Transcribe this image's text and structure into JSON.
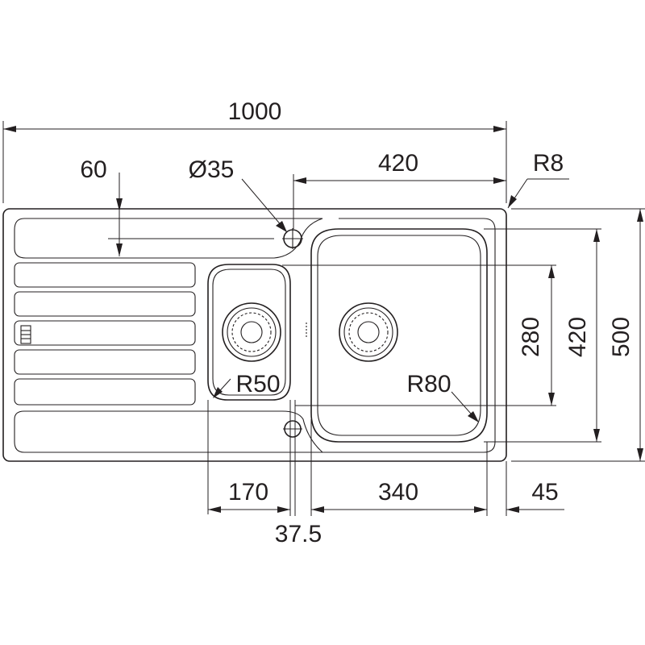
{
  "dimensions": {
    "overall_width": "1000",
    "drainer_edge_offset": "60",
    "tap_hole_diameter": "Ø35",
    "bowl_tap_span": "420",
    "corner_radius": "R8",
    "small_bowl_width": "170",
    "large_bowl_width": "340",
    "right_offset": "45",
    "bowl_gap": "37.5",
    "small_bowl_radius": "R50",
    "large_bowl_radius": "R80",
    "bowl_depth": "280",
    "inner_depth": "420",
    "overall_depth": "500"
  }
}
